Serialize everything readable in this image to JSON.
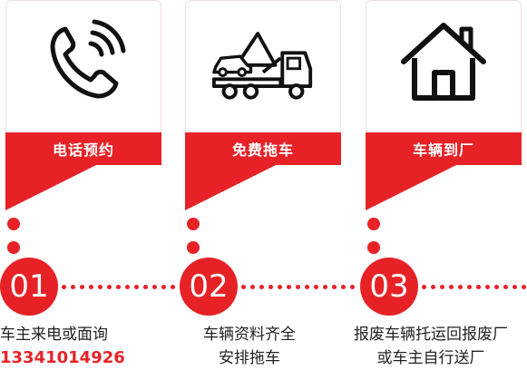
{
  "steps": [
    {
      "number": "01",
      "title": "电话预约",
      "icon": "phone-icon",
      "desc_line1": "车主来电或面询",
      "desc_line2": "13341014926"
    },
    {
      "number": "02",
      "title": "免费拖车",
      "icon": "tow-truck-icon",
      "desc_line1": "车辆资料齐全",
      "desc_line2": "安排拖车"
    },
    {
      "number": "03",
      "title": "车辆到厂",
      "icon": "house-icon",
      "desc_line1": "报废车辆托运回报废厂",
      "desc_line2": "或车主自行送厂"
    }
  ],
  "colors": {
    "accent": "#e62227",
    "text": "#222222"
  }
}
